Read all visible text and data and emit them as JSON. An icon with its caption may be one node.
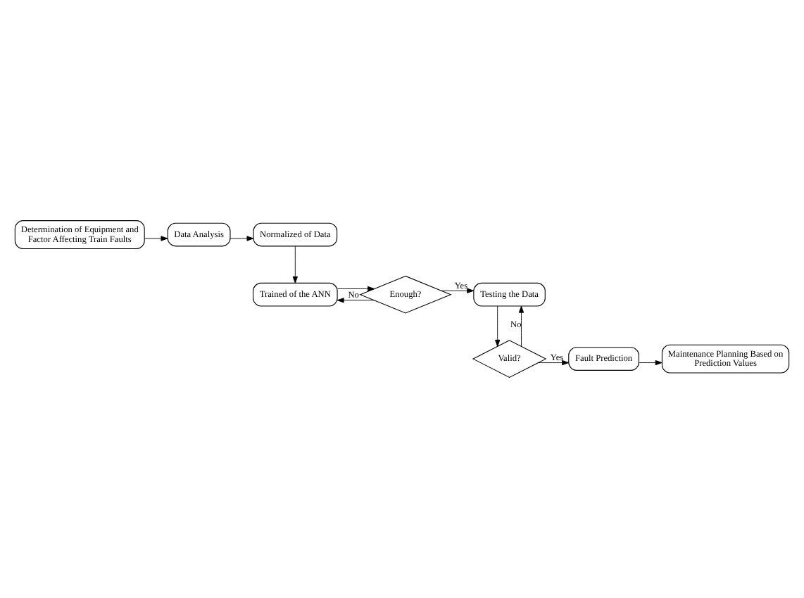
{
  "diagram": {
    "nodes": [
      {
        "text": [
          "Determination of Equipment and Factor Affecting Train Faults"
        ]
      },
      {
        "text": [
          "Data Analysis"
        ]
      },
      {
        "text": [
          "Normalized of Data"
        ]
      },
      {
        "text": [
          "Trained of the ANN"
        ]
      },
      {
        "text": [
          "Enough?"
        ]
      },
      {
        "text": [
          "Testing the Data"
        ]
      },
      {
        "text": [
          "Valid?"
        ]
      },
      {
        "text": [
          "Fault Prediction"
        ]
      },
      {
        "text": [
          "Maintenance Planning Based on Prediction Values"
        ]
      }
    ],
    "edges": [
      {
        "from": 0,
        "to": 1,
        "arrow": "to"
      },
      {
        "from": 1,
        "to": 2,
        "arrow": "to"
      },
      {
        "from": 2,
        "to": 3,
        "arrow": "to"
      },
      {
        "from": 3,
        "to": 4,
        "arrow": "to"
      },
      {
        "from": 4,
        "to": 3,
        "arrow": "to",
        "label": "No"
      },
      {
        "from": 4,
        "to": 5,
        "arrow": "to",
        "label": "Yes"
      },
      {
        "from": 5,
        "to": 6,
        "arrow": "to"
      },
      {
        "from": 6,
        "to": 5,
        "arrow": "to",
        "label": "No"
      },
      {
        "from": 6,
        "to": 7,
        "arrow": "to",
        "label": "Yes"
      },
      {
        "from": 7,
        "to": 8,
        "arrow": "to"
      }
    ]
  }
}
